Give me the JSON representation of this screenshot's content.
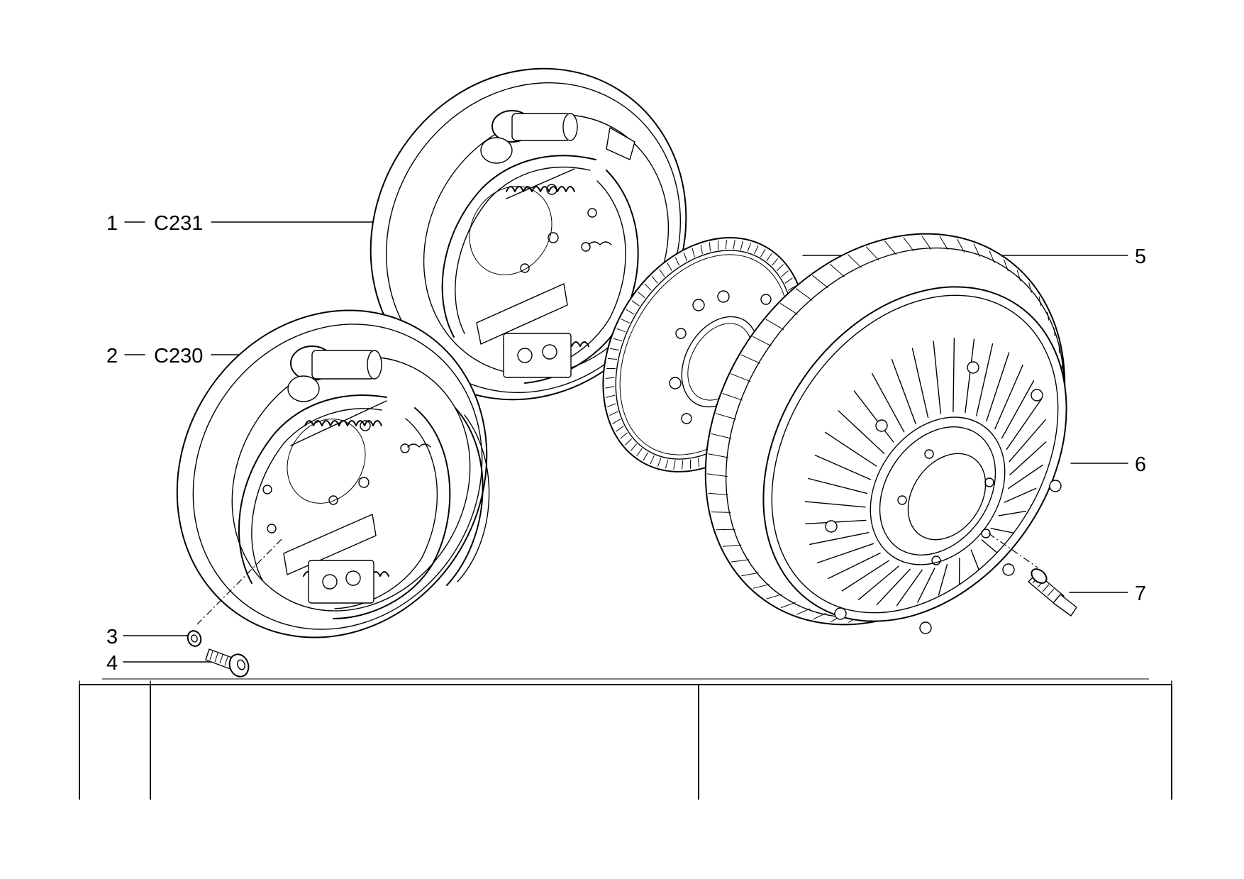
{
  "callouts": [
    {
      "number": "1",
      "code": "C231"
    },
    {
      "number": "2",
      "code": "C230"
    },
    {
      "number": "3",
      "code": ""
    },
    {
      "number": "4",
      "code": ""
    },
    {
      "number": "5",
      "code": ""
    },
    {
      "number": "6",
      "code": ""
    },
    {
      "number": "7",
      "code": ""
    }
  ],
  "parts": {
    "brake_assembly_upper": "brake-backplate-assembly",
    "brake_assembly_lower": "brake-backplate-assembly",
    "tone_ring": "abs-tone-ring",
    "brake_drum": "brake-drum",
    "wheel_stud": "wheel-stud",
    "washer": "washer",
    "bolt": "socket-head-bolt"
  }
}
